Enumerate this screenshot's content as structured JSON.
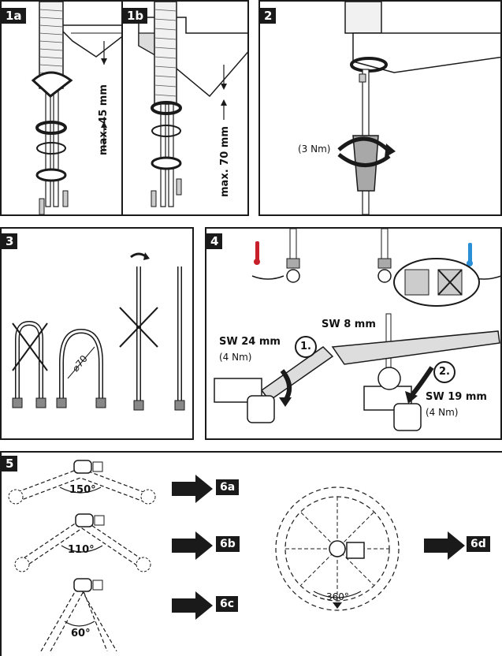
{
  "panels": {
    "p1a": {
      "badge": "1a",
      "dim_label": "max. 45 mm"
    },
    "p1b": {
      "badge": "1b",
      "dim_label": "max. 70 mm"
    },
    "p2": {
      "badge": "2",
      "torque_label": "(3 Nm)"
    },
    "p3": {
      "badge": "3",
      "bend_label": "⌀70"
    },
    "p4": {
      "badge": "4",
      "wrench1_label": "SW 24 mm",
      "wrench1_torque": "(4 Nm)",
      "step1": "1.",
      "wrench_key_label": "SW 8 mm",
      "step2": "2.",
      "wrench2_label": "SW 19 mm",
      "wrench2_torque": "(4 Nm)"
    },
    "p5": {
      "badge": "5",
      "angle_a": "150°",
      "angle_b": "110°",
      "angle_c": "60°",
      "angle_d": "360°",
      "ref_a": "6a",
      "ref_b": "6b",
      "ref_c": "6c",
      "ref_d": "6d"
    }
  },
  "colors": {
    "ink": "#1a1a1a",
    "hot": "#c8202a",
    "cold": "#2a8fd6",
    "grey": "#9a9a9a"
  }
}
